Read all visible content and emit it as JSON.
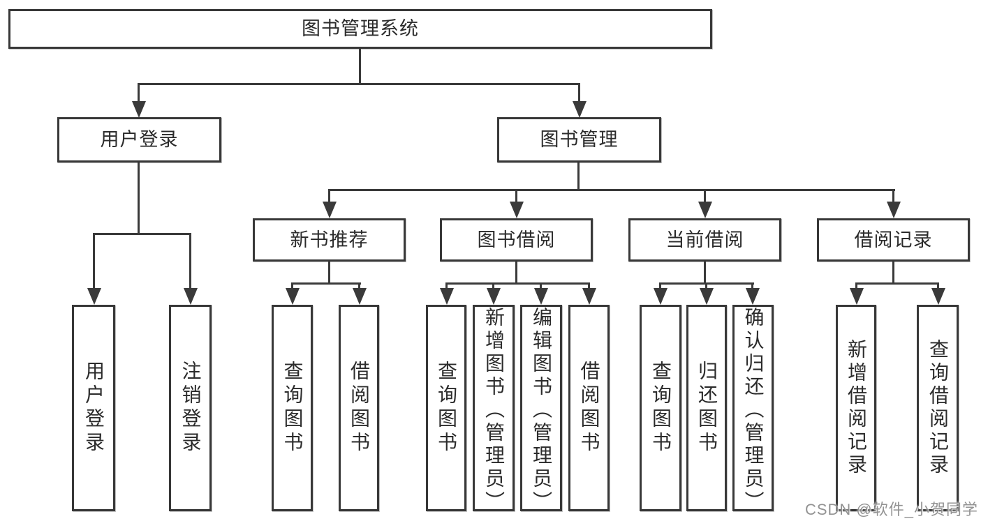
{
  "colors": {
    "background": "#ffffff",
    "box_border": "#383838",
    "connector_line": "#3a3a3a",
    "text": "#2b2b2b",
    "watermark_text": "#8a8a8a"
  },
  "diagram": {
    "type": "hierarchy-tree",
    "root": {
      "label": "图书管理系统",
      "children": [
        {
          "label": "用户登录",
          "children": [
            {
              "label": "用户登录"
            },
            {
              "label": "注销登录"
            }
          ]
        },
        {
          "label": "图书管理",
          "children": [
            {
              "label": "新书推荐",
              "children": [
                {
                  "label": "查询图书"
                },
                {
                  "label": "借阅图书"
                }
              ]
            },
            {
              "label": "图书借阅",
              "children": [
                {
                  "label": "查询图书"
                },
                {
                  "label": "新增图书（管理员）"
                },
                {
                  "label": "编辑图书（管理员）"
                },
                {
                  "label": "借阅图书"
                }
              ]
            },
            {
              "label": "当前借阅",
              "children": [
                {
                  "label": "查询图书"
                },
                {
                  "label": "归还图书"
                },
                {
                  "label": "确认归还（管理员）"
                }
              ]
            },
            {
              "label": "借阅记录",
              "children": [
                {
                  "label": "新增借阅记录"
                },
                {
                  "label": "查询借阅记录"
                }
              ]
            }
          ]
        }
      ]
    }
  },
  "watermark": {
    "text": "CSDN @软件_小贺同学"
  }
}
